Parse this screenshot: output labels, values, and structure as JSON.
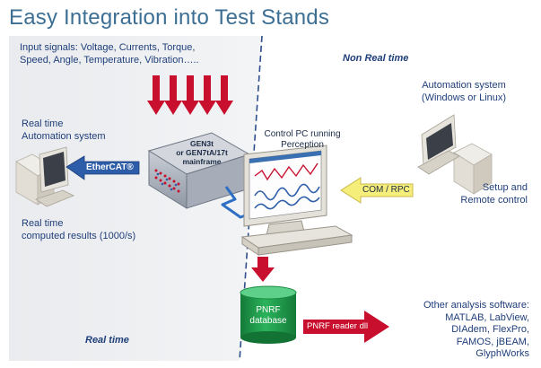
{
  "title": "Easy Integration into Test Stands",
  "input_signals": {
    "line1": "Input signals: Voltage, Currents, Torque,",
    "line2": "Speed, Angle, Temperature, Vibration….."
  },
  "zones": {
    "non_real_time": "Non Real time",
    "real_time": "Real time"
  },
  "realtime_automation": {
    "line1": "Real time",
    "line2": "Automation system"
  },
  "realtime_results": {
    "line1": "Real time",
    "line2": "computed results (1000/s)"
  },
  "ethercat_label": "EtherCAT®",
  "mainframe": {
    "line1": "GEN3t",
    "line2": "or GEN7tA/17t",
    "line3": "mainframe"
  },
  "control_pc": {
    "line1": "Control PC running",
    "line2": "Perception"
  },
  "automation_system": {
    "line1": "Automation system",
    "line2": "(Windows or Linux)"
  },
  "setup": {
    "line1": "Setup and",
    "line2": "Remote control"
  },
  "com_rpc_label": "COM / RPC",
  "database": {
    "line1": "PNRF",
    "line2": "database"
  },
  "reader_label": "PNRF reader dll",
  "other_software": {
    "line1": "Other analysis software:",
    "line2": "MATLAB, LabView,",
    "line3": "DIAdem, FlexPro,",
    "line4": "FAMOS, jBEAM,",
    "line5": "GlyphWorks"
  },
  "colors": {
    "title": "#3d6f94",
    "text_blue": "#1f3e7a",
    "signal_arrow": "#c8102e",
    "ethercat_arrow": "#2d5da8",
    "com_arrow": "#f6ee7a",
    "database_green": "#1f9c4b",
    "panel_grey": "#eceef0"
  }
}
